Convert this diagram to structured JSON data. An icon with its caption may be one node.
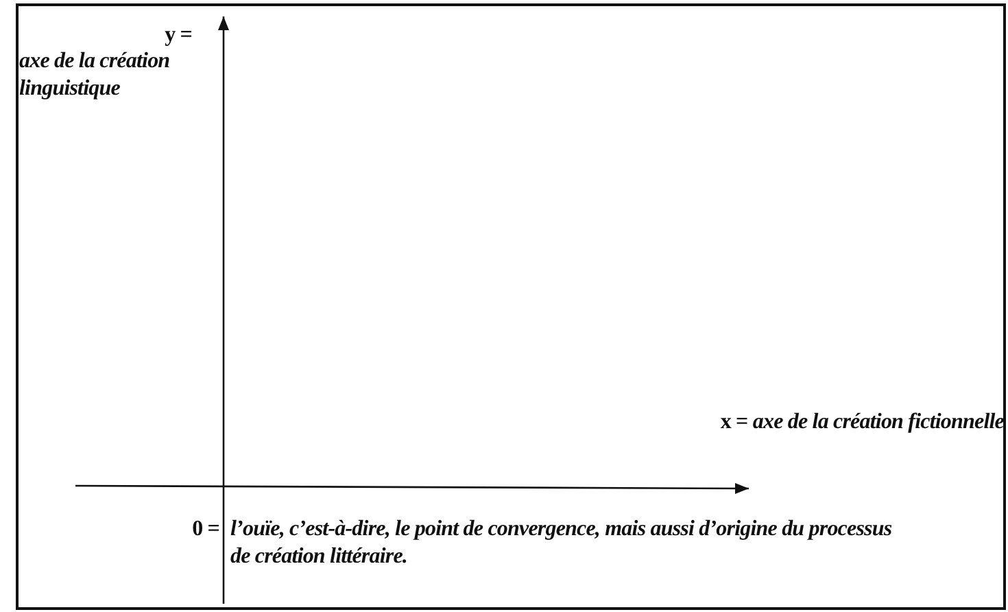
{
  "diagram": {
    "labels": [
      "y =",
      "axe de la création linguistique",
      "x = *axe de la création fictionnelle*",
      "0 =",
      "l’ouïe, c’est-à-dire, le point de convergence, mais aussi d’origine du processus de création littéraire."
    ]
  }
}
